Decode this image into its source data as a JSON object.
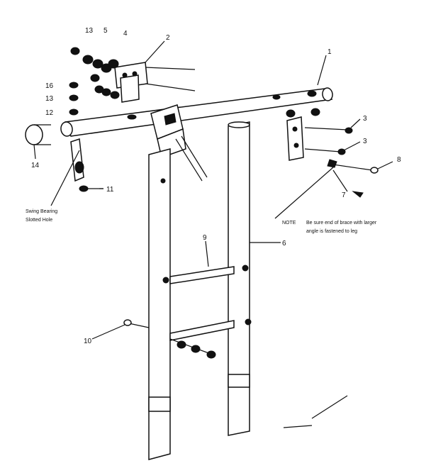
{
  "labels": {
    "p1": "1",
    "p2": "2",
    "p3a": "3",
    "p3b": "3",
    "p4": "4",
    "p5": "5",
    "p6": "6",
    "p7": "7",
    "p8": "8",
    "p9": "9",
    "p10": "10",
    "p11": "11",
    "p12": "12",
    "p13a": "13",
    "p13b": "13",
    "p14": "14",
    "p16": "16"
  },
  "callouts": {
    "swing_bearing_line1": "Swing Bearing",
    "swing_bearing_line2": "Slotted Hole",
    "note_label": "NOTE",
    "note_line1": "Be sure end of brace with larger",
    "note_line2": "angle is fastened to leg"
  }
}
